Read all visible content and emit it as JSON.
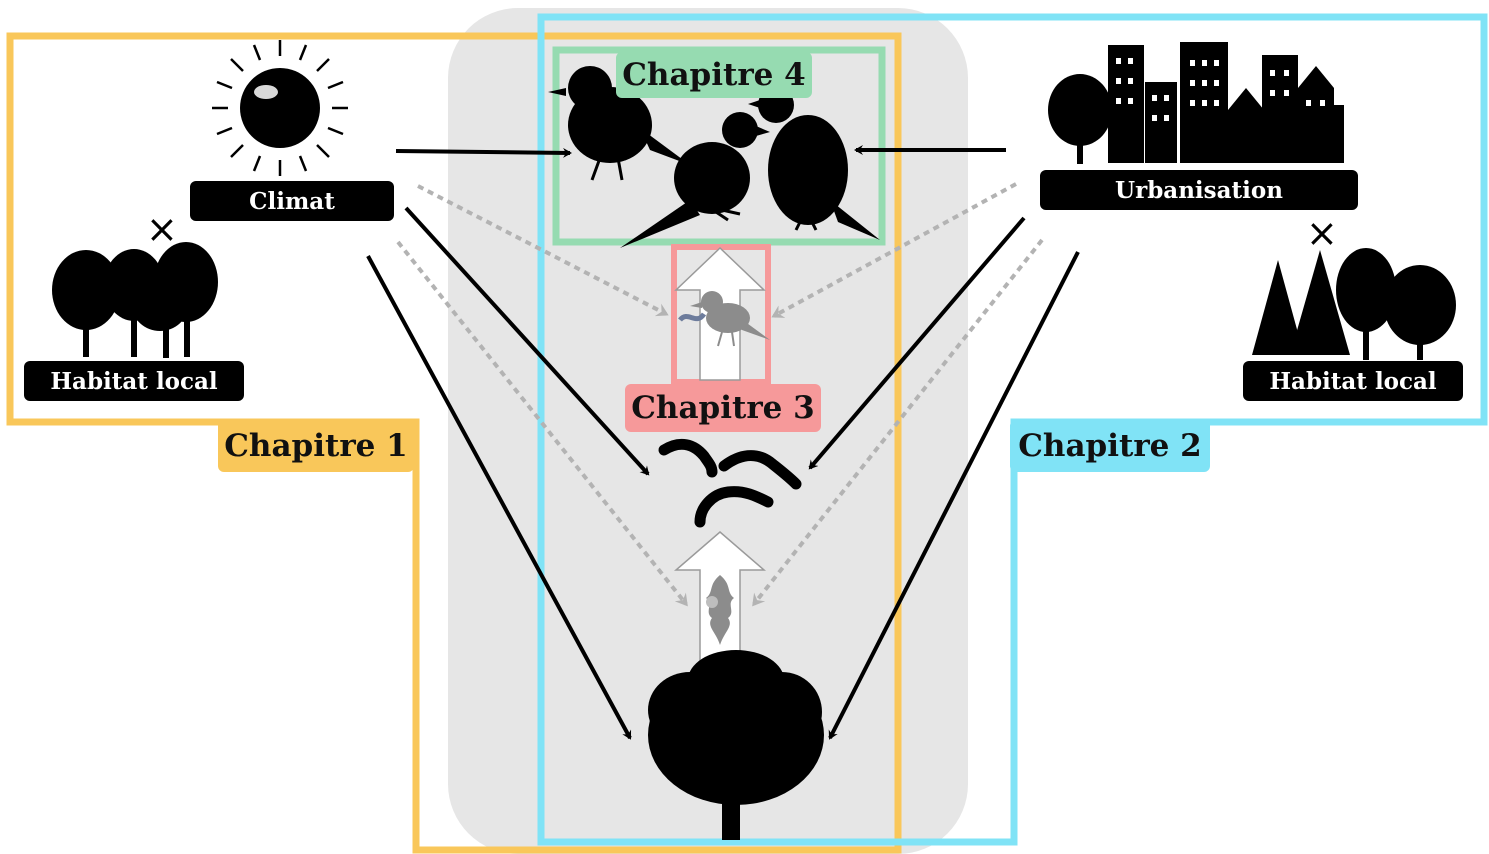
{
  "drivers": {
    "climate_label": "Climat",
    "urbanisation_label": "Urbanisation",
    "habitat_left_label": "Habitat local",
    "habitat_right_label": "Habitat local",
    "interaction_symbol": "×"
  },
  "chapters": {
    "ch1": {
      "label": "Chapitre 1",
      "color": "#f9c75a"
    },
    "ch2": {
      "label": "Chapitre 2",
      "color": "#80e3f6"
    },
    "ch3": {
      "label": "Chapitre 3",
      "color": "#f6999a"
    },
    "ch4": {
      "label": "Chapitre 4",
      "color": "#96dbb1"
    }
  },
  "colors": {
    "trophic_panel": "#e6e6e6",
    "arrow_solid": "#000000",
    "arrow_dotted": "#b3b3b3",
    "silhouette": "#000000"
  },
  "icons": [
    "sun-icon",
    "trees-icon",
    "city-icon",
    "conifer-trees-icon",
    "birds-icon",
    "caterpillars-icon",
    "oak-tree-icon",
    "bird-with-worm-icon",
    "oak-leaf-icon"
  ]
}
